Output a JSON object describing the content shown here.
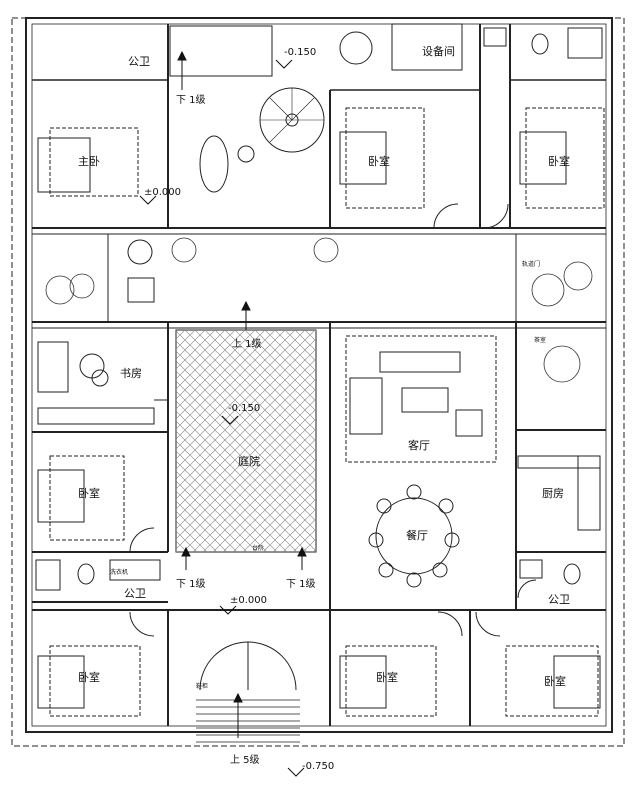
{
  "rooms": {
    "master_bedroom": "主卧",
    "bedroom_top_middle": "卧室",
    "bedroom_top_right": "卧室",
    "bedroom_left_middle": "卧室",
    "bedroom_bottom_left": "卧室",
    "bedroom_bottom_middle": "卧室",
    "bedroom_bottom_right": "卧室",
    "study": "书房",
    "courtyard": "庭院",
    "living_room": "客厅",
    "dining_room": "餐厅",
    "kitchen": "厨房",
    "public_wc_left": "公卫",
    "public_wc_right": "公卫",
    "public_wc_top": "公卫",
    "equipment_room": "设备间"
  },
  "levels": {
    "top_center": "-0.150",
    "master_area": "±0.000",
    "courtyard": "-0.150",
    "entrance": "±0.000",
    "bottom_outside": "-0.750"
  },
  "steps": {
    "down_1_top": "下 1级",
    "up_1_courtyard": "上 1级",
    "down_1_bottom_left": "下 1级",
    "down_1_bottom_right": "下 1级",
    "up_5_entrance": "上 5级"
  },
  "small_labels": {
    "side_door": "轨道门",
    "tea_area": "茶室",
    "shoe_cabinet": "鞋柜",
    "courtyard_step": "台阶",
    "laundry": "洗衣机"
  }
}
